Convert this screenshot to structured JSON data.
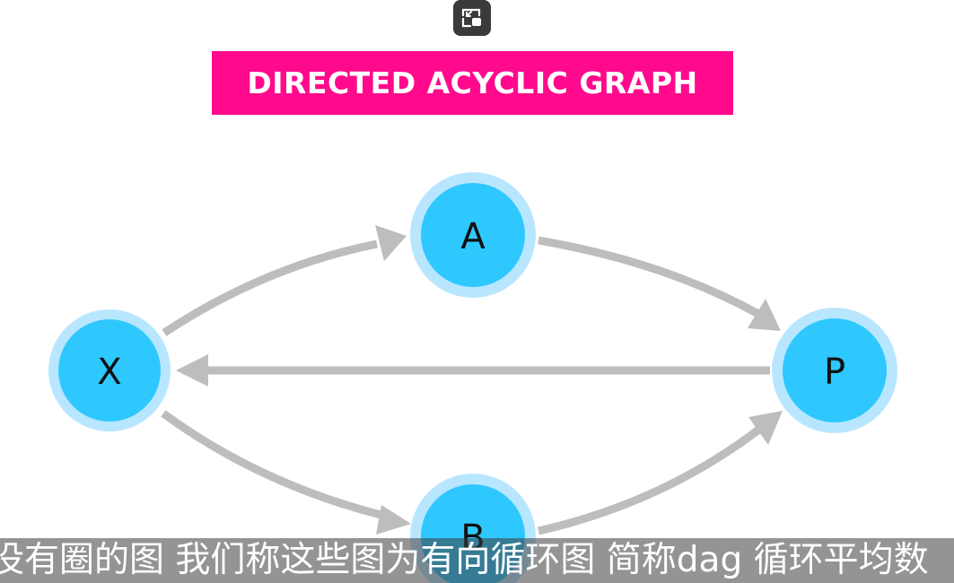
{
  "title": "DIRECTED ACYCLIC GRAPH",
  "subtitle": "没有圈的图 我们称这些图为有向循环图 简称dag 循环平均数",
  "icons": {
    "pip": "picture-in-picture-icon"
  },
  "colors": {
    "banner": "#ff0a8c",
    "node_fill": "#2ec8ff",
    "node_ring": "#b9e6ff",
    "edge": "#bdbdbd"
  },
  "nodes": [
    {
      "id": "A",
      "label": "A"
    },
    {
      "id": "X",
      "label": "X"
    },
    {
      "id": "P",
      "label": "P"
    },
    {
      "id": "B",
      "label": "B"
    }
  ],
  "edges": [
    {
      "from": "X",
      "to": "A"
    },
    {
      "from": "A",
      "to": "P"
    },
    {
      "from": "P",
      "to": "X"
    },
    {
      "from": "X",
      "to": "B"
    },
    {
      "from": "B",
      "to": "P"
    }
  ]
}
